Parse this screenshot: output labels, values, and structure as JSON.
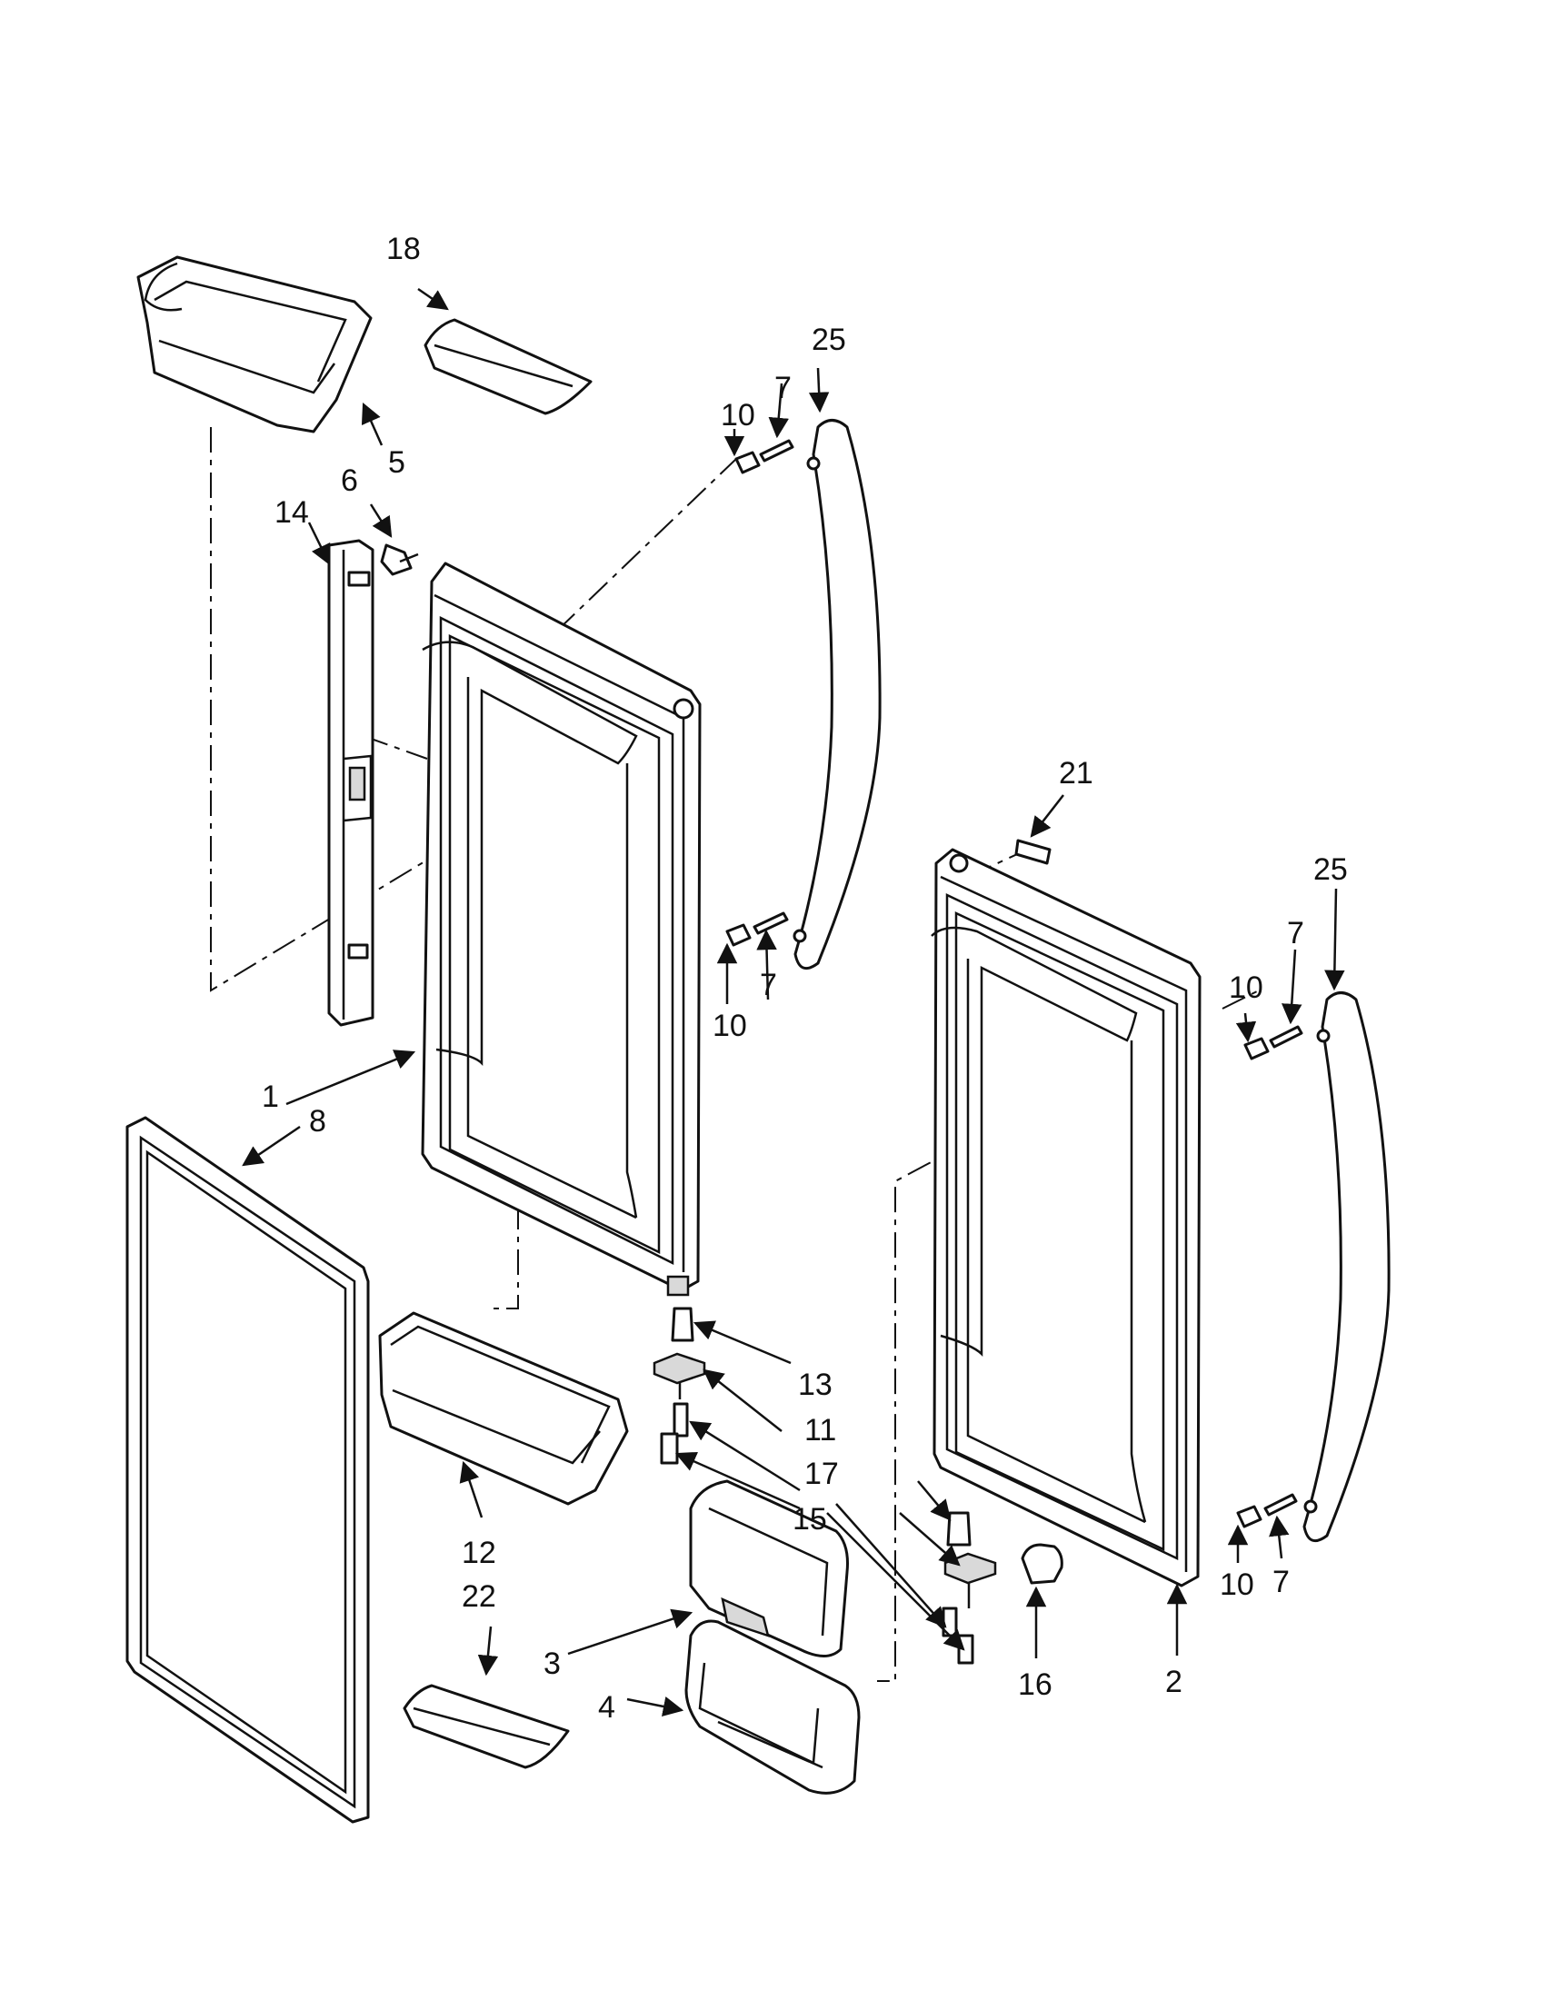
{
  "diagram": {
    "callouts": [
      "18",
      "5",
      "25",
      "10",
      "7",
      "6",
      "14",
      "21",
      "25",
      "10",
      "7",
      "10",
      "7",
      "1",
      "8",
      "13",
      "11",
      "17",
      "15",
      "12",
      "22",
      "3",
      "4",
      "16",
      "2",
      "10",
      "7"
    ]
  }
}
